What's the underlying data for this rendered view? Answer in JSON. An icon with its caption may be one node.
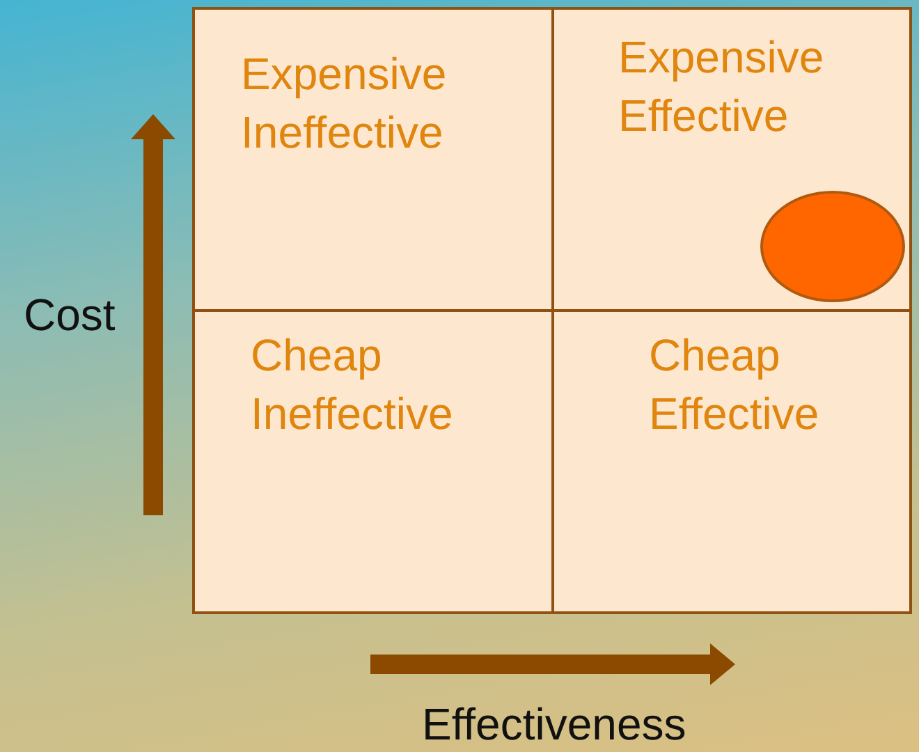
{
  "diagram": {
    "nodes": [
      {
        "text": [
          "Expensive Ineffective"
        ]
      },
      {
        "text": [
          "Expensive Effective"
        ]
      },
      {
        "text": [
          "Cheap Ineffective"
        ]
      },
      {
        "text": [
          "Cheap Effective"
        ]
      },
      {
        "text": [],
        "shape": "circle",
        "in": 1
      }
    ],
    "labels": [
      "Cost",
      "Effectiveness"
    ]
  }
}
